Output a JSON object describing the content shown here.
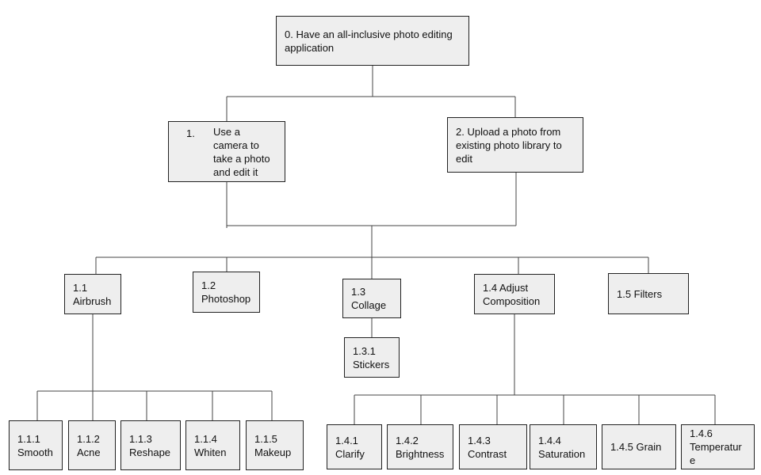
{
  "root": {
    "label": "0. Have an all-inclusive photo editing application"
  },
  "level1": [
    {
      "id": "1",
      "number": "1.",
      "label": "Use a camera to take a photo and edit it"
    },
    {
      "id": "2",
      "label": "2. Upload a photo from existing photo library to edit"
    }
  ],
  "features": [
    {
      "id": "1.1",
      "label": "1.1 Airbrush"
    },
    {
      "id": "1.2",
      "label": "1.2 Photoshop"
    },
    {
      "id": "1.3",
      "label": "1.3 Collage"
    },
    {
      "id": "1.4",
      "label": "1.4 Adjust Composition"
    },
    {
      "id": "1.5",
      "label": "1.5 Filters"
    }
  ],
  "collage_children": [
    {
      "id": "1.3.1",
      "label": "1.3.1 Stickers"
    }
  ],
  "airbrush_children": [
    {
      "id": "1.1.1",
      "label": "1.1.1 Smooth"
    },
    {
      "id": "1.1.2",
      "label": "1.1.2 Acne"
    },
    {
      "id": "1.1.3",
      "label": "1.1.3 Reshape"
    },
    {
      "id": "1.1.4",
      "label": "1.1.4 Whiten"
    },
    {
      "id": "1.1.5",
      "label": "1.1.5 Makeup"
    }
  ],
  "composition_children": [
    {
      "id": "1.4.1",
      "label": "1.4.1 Clarify"
    },
    {
      "id": "1.4.2",
      "label": "1.4.2 Brightness"
    },
    {
      "id": "1.4.3",
      "label": "1.4.3 Contrast"
    },
    {
      "id": "1.4.4",
      "label": "1.4.4 Saturation"
    },
    {
      "id": "1.4.5",
      "label": "1.4.5 Grain"
    },
    {
      "id": "1.4.6",
      "label": "1.4.6 Temperatur e"
    }
  ],
  "colors": {
    "box_fill": "#eeeeee",
    "line": "#444444",
    "border": "#222222"
  }
}
